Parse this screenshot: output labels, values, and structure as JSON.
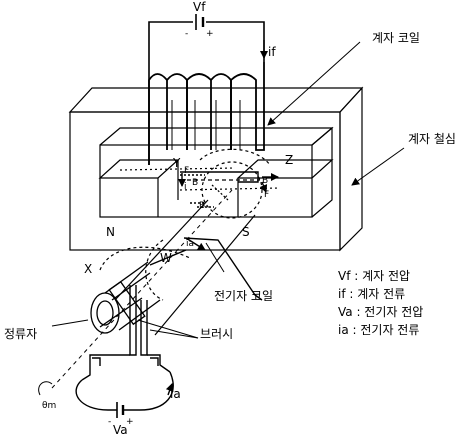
{
  "labels": {
    "vf_top": "Vf",
    "if_top": "if",
    "field_coil": "계자 코일",
    "field_core": "계자 철심",
    "pole_n": "N",
    "pole_s": "S",
    "y": "Y",
    "z": "Z",
    "x": "X",
    "w": "W",
    "armature_coil": "전기자 코일",
    "commutator": "정류자",
    "brush": "브러시",
    "ia_bottom": "ia",
    "va_bottom": "Va",
    "theta": "θm",
    "b1": "B",
    "b2": "B",
    "b3": "B",
    "f1": "F",
    "f2": "F",
    "i1": "i",
    "ia_mid": "ia",
    "minus1": "-",
    "plus1": "+",
    "minus2": "-",
    "plus2": "+"
  },
  "legend": {
    "rows": [
      "Vf : 계자  전압",
      " if : 계자  전류",
      "Va : 전기자 전압",
      " ia : 전기자 전류"
    ]
  }
}
